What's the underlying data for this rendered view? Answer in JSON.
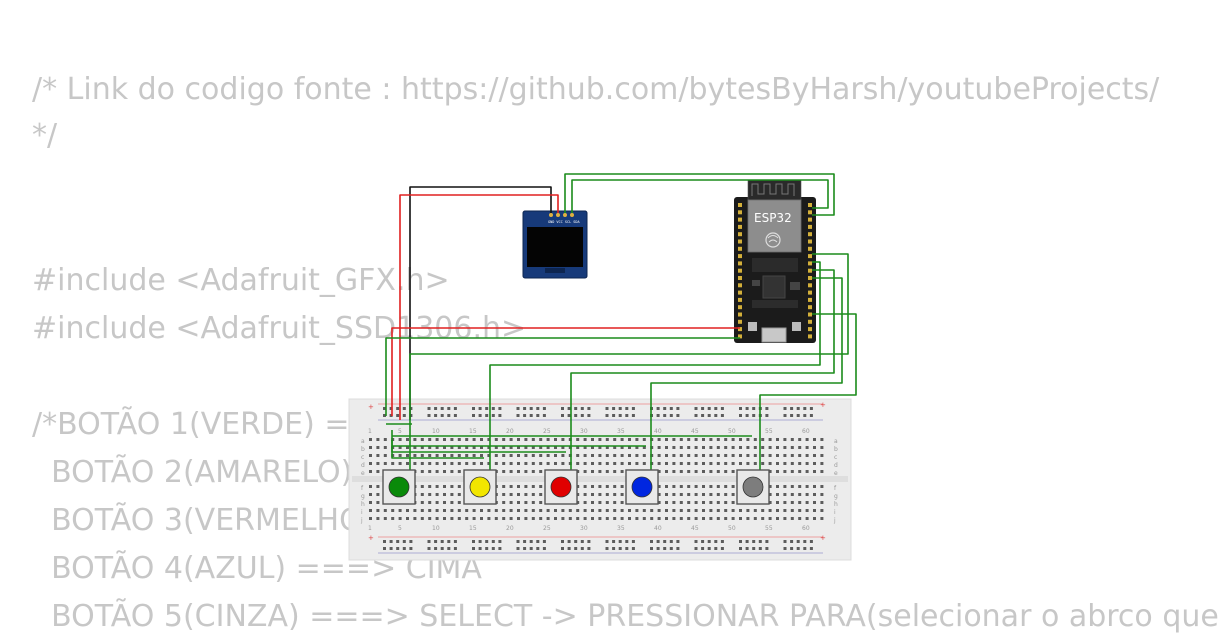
{
  "code": {
    "lines": [
      "/* Link do codigo fonte : https://github.com/bytesByHarsh/youtubeProjects/",
      "*/",
      "",
      "",
      "#include <Adafruit_GFX.h>",
      "#include <Adafruit_SSD1306.h>",
      "",
      "/*BOTÃO 1(VERDE) ===> ",
      "  BOTÃO 2(AMARELO) ",
      "  BOTÃO 3(VERMELHO) ",
      "  BOTÃO 4(AZUL) ===> CIMA",
      "  BOTÃO 5(CINZA) ===> SELECT -> PRESSIONAR PARA(selecionar o abrco que"
    ]
  },
  "esp32": {
    "label": "ESP32"
  },
  "oled": {
    "pin_labels": "GND VCC SCL SDA"
  },
  "breadboard": {
    "column_numbers": [
      "1",
      "5",
      "10",
      "15",
      "20",
      "25",
      "30",
      "35",
      "40",
      "45",
      "50",
      "55",
      "60"
    ],
    "row_letters_top": [
      "a",
      "b",
      "c",
      "d",
      "e"
    ],
    "row_letters_bottom": [
      "f",
      "g",
      "h",
      "i",
      "j"
    ],
    "plus": "+",
    "minus": "-"
  },
  "buttons": [
    {
      "id": "verde",
      "color": "#0a8a0a"
    },
    {
      "id": "amarelo",
      "color": "#f2e600"
    },
    {
      "id": "vermelho",
      "color": "#e00000"
    },
    {
      "id": "azul",
      "color": "#0026e0"
    },
    {
      "id": "cinza",
      "color": "#7d7d7d"
    }
  ],
  "colors": {
    "code_text": "#c7c7c7",
    "wire_green": "#1c8c1c",
    "wire_red": "#e02020",
    "wire_black": "#111111",
    "breadboard": "#ececec"
  }
}
